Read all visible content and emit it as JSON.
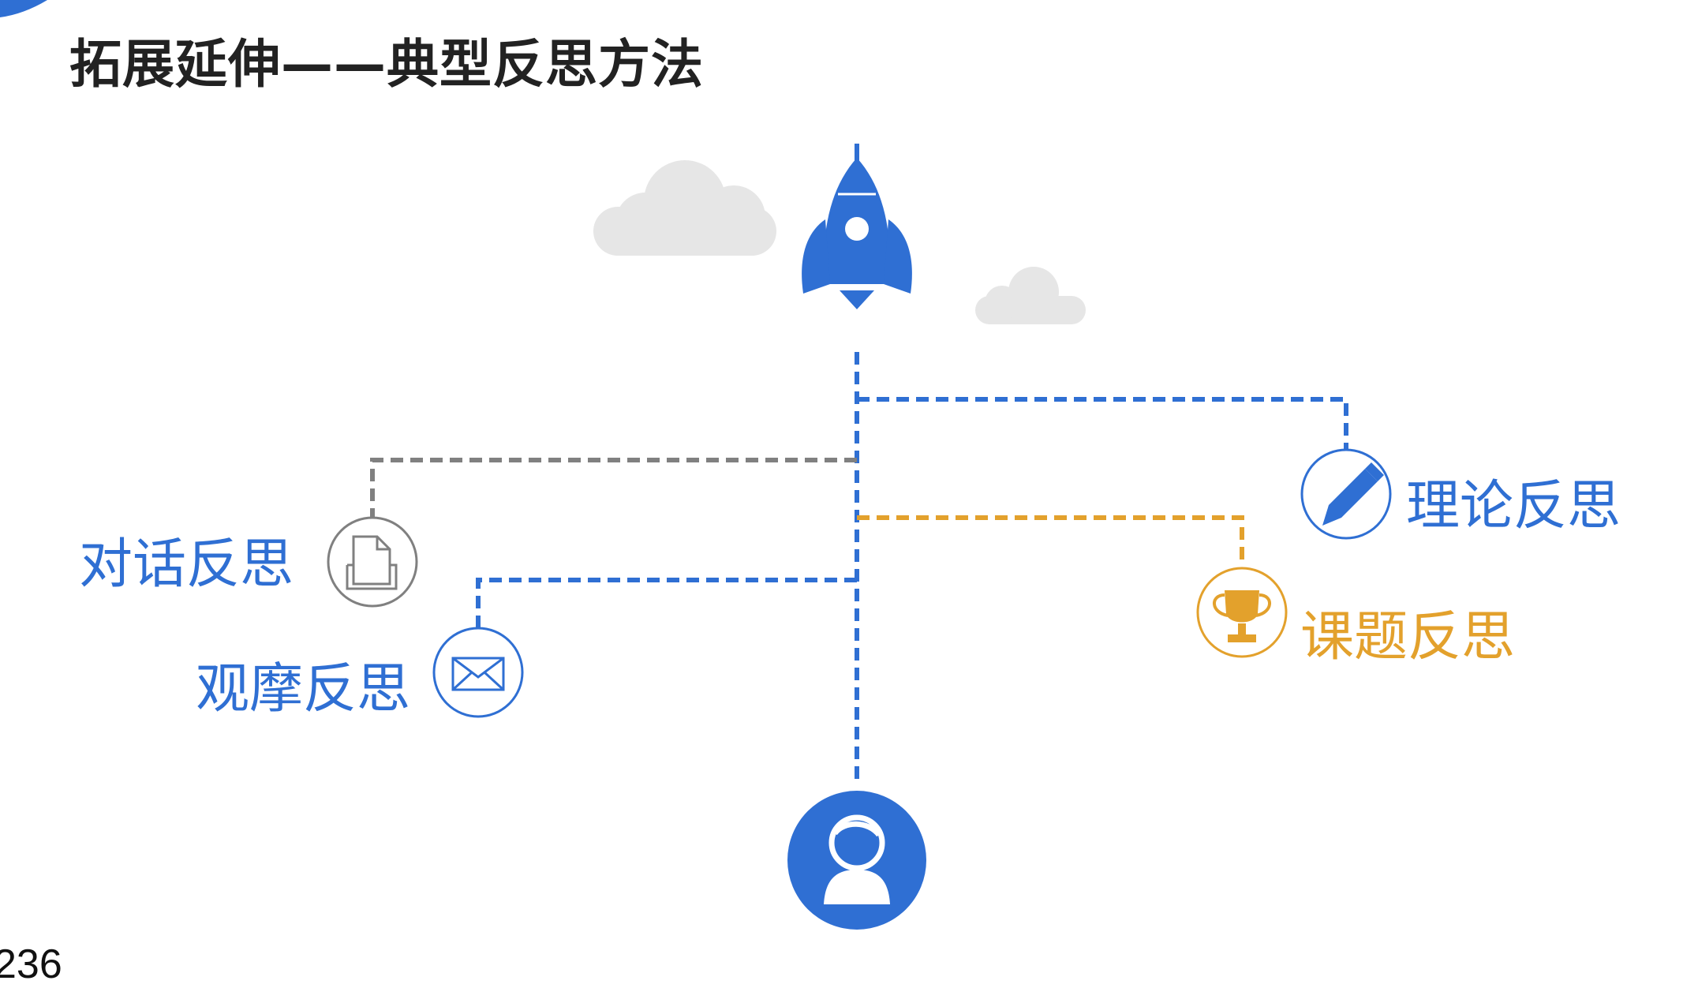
{
  "slide": {
    "title": "拓展延伸——典型反思方法",
    "page_number": "236"
  },
  "colors": {
    "blue": "#2f6fd3",
    "gray": "#808080",
    "gold": "#e3a12c",
    "cloud": "#e6e6e6",
    "title": "#222222"
  },
  "methods": [
    {
      "label": "对话反思",
      "icon": "document-icon",
      "color": "#808080",
      "text_color": "#2f6fd3"
    },
    {
      "label": "观摩反思",
      "icon": "envelope-icon",
      "color": "#2f6fd3",
      "text_color": "#2f6fd3"
    },
    {
      "label": "理论反思",
      "icon": "pencil-icon",
      "color": "#2f6fd3",
      "text_color": "#2f6fd3"
    },
    {
      "label": "课题反思",
      "icon": "trophy-icon",
      "color": "#e3a12c",
      "text_color": "#e3a12c"
    }
  ],
  "top_icon": "rocket-icon",
  "bottom_icon": "person-icon",
  "decor": [
    "cloud-icon",
    "cloud-icon"
  ]
}
